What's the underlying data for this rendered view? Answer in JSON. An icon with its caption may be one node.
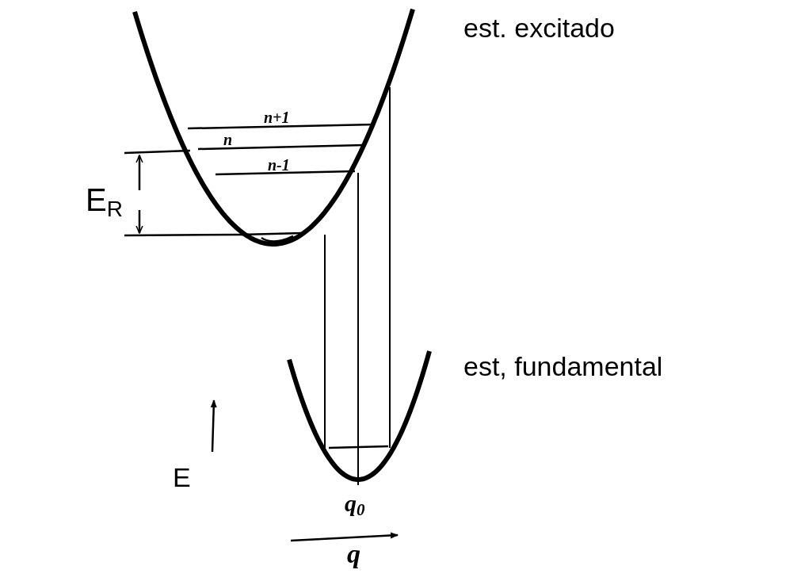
{
  "diagram": {
    "labels": [
      "est. excitado",
      "n+1",
      "n",
      "n-1",
      "E$_{R}$",
      "est, fundamental",
      "E",
      "q$_{0}$",
      "q"
    ]
  }
}
